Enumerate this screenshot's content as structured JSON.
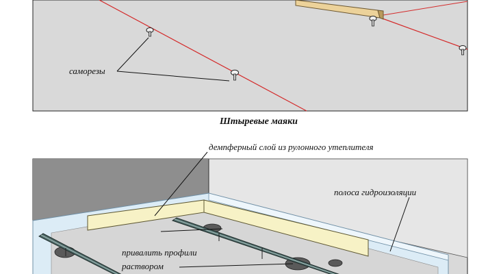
{
  "top_panel": {
    "screws_label": "саморезы",
    "caption": "Штыревые маяки"
  },
  "bottom_panel": {
    "damper_label": "демпферный слой из рулонного утеплителя",
    "waterproof_label": "полоса гидроизоляции",
    "mortar_label_line1": "привалить профили",
    "mortar_label_line2": "раствором"
  },
  "colors": {
    "floor": "#d9d9d9",
    "wall": "#8e8e8e",
    "string_line": "#d42a2a",
    "wood_beacon": "#ecd29a",
    "damper": "#f7f2c6",
    "waterproof": "#dcecf6",
    "profile": "#4e6a68",
    "mortar": "#5a5a5a"
  }
}
